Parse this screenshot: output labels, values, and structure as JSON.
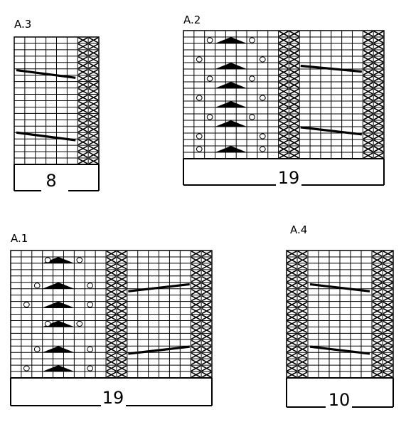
{
  "charts": [
    {
      "id": "A.3",
      "title": "A.3",
      "stitch_count": "8"
    },
    {
      "id": "A.2",
      "title": "A.2",
      "stitch_count": "19"
    },
    {
      "id": "A.1",
      "title": "A.1",
      "stitch_count": "19"
    },
    {
      "id": "A.4",
      "title": "A.4",
      "stitch_count": "10"
    }
  ]
}
